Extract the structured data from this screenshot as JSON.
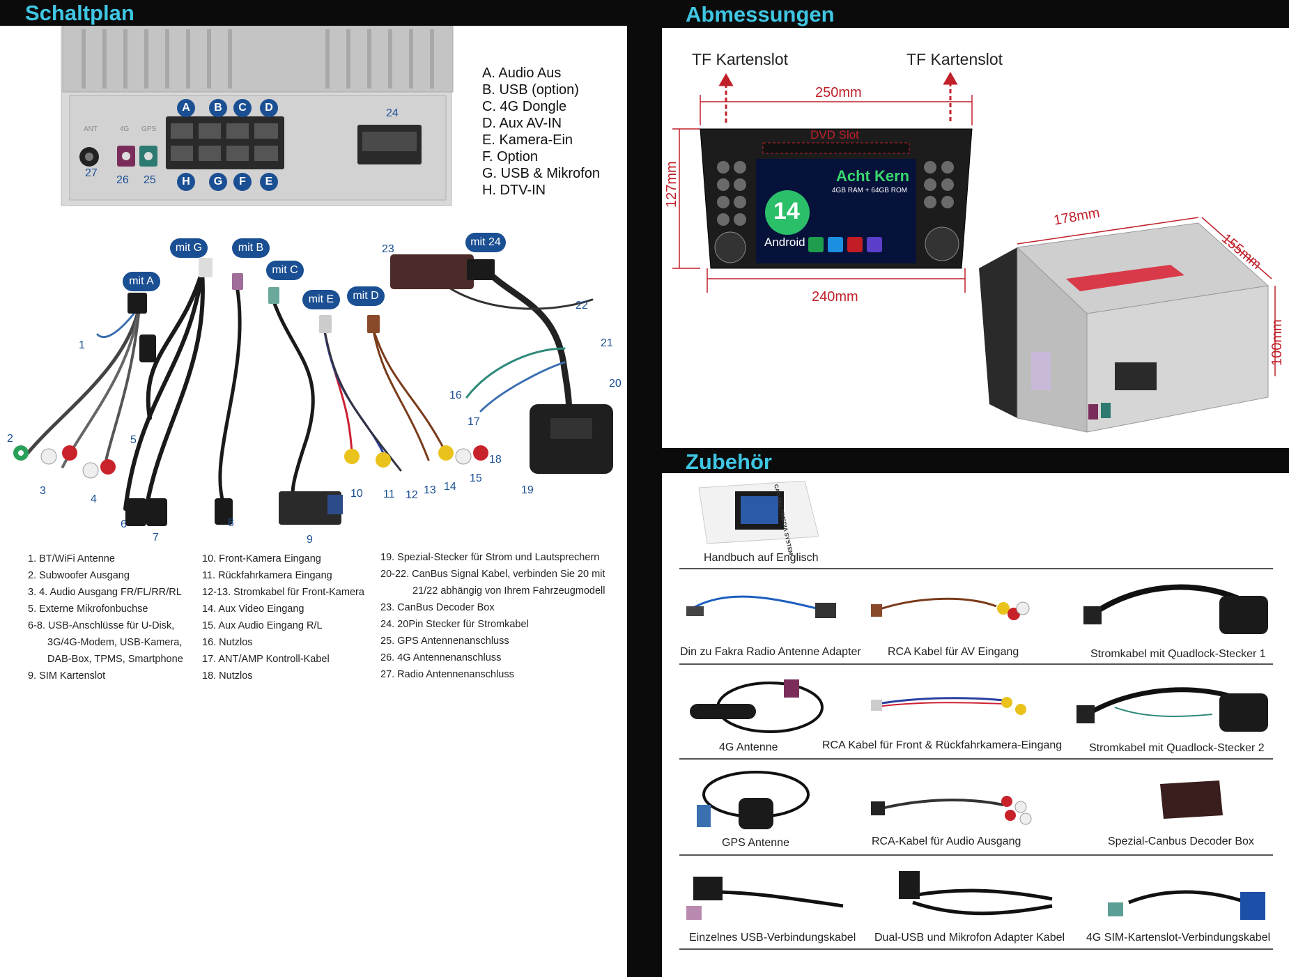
{
  "headers": {
    "schaltplan": "Schaltplan",
    "abmessungen": "Abmessungen",
    "zubehoer": "Zubehör"
  },
  "connector_letters": [
    "A",
    "B",
    "C",
    "D",
    "E",
    "F",
    "G",
    "H"
  ],
  "connector_numbers": {
    "n24": "24",
    "n25": "25",
    "n26": "26",
    "n27": "27"
  },
  "connector_labels": {
    "ant_small": "ANT",
    "g4_small": "4G",
    "gps_small": "GPS"
  },
  "letter_list": [
    "A. Audio Aus",
    "B. USB (option)",
    "C. 4G Dongle",
    "D. Aux AV-IN",
    "E. Kamera-Ein",
    "F. Option",
    "G. USB & Mikrofon",
    "H. DTV-IN"
  ],
  "pills": {
    "mit_a": "mit A",
    "mit_g": "mit G",
    "mit_b": "mit B",
    "mit_c": "mit C",
    "mit_e": "mit E",
    "mit_d": "mit D",
    "mit_24": "mit 24"
  },
  "cable_numbers": {
    "c1": "1",
    "c2": "2",
    "c3": "3",
    "c4": "4",
    "c5": "5",
    "c6": "6",
    "c7": "7",
    "c8": "8",
    "c9": "9",
    "c10": "10",
    "c11": "11",
    "c12": "12",
    "c13": "13",
    "c14": "14",
    "c15": "15",
    "c16": "16",
    "c17": "17",
    "c18": "18",
    "c19": "19",
    "c20": "20",
    "c21": "21",
    "c22": "22",
    "c23": "23"
  },
  "legend_col1": [
    "1. BT/WiFi Antenne",
    "2. Subwoofer Ausgang",
    "3. 4. Audio Ausgang FR/FL/RR/RL",
    "5. Externe Mikrofonbuchse",
    "6-8. USB-Anschlüsse für U-Disk,",
    "3G/4G-Modem, USB-Kamera,",
    "DAB-Box, TPMS, Smartphone",
    "9. SIM Kartenslot"
  ],
  "legend_col2": [
    "10. Front-Kamera Eingang",
    "11. Rückfahrkamera Eingang",
    "12-13. Stromkabel für Front-Kamera",
    "14. Aux Video Eingang",
    "15. Aux Audio Eingang R/L",
    "16. Nutzlos",
    "17. ANT/AMP Kontroll-Kabel",
    "18. Nutzlos"
  ],
  "legend_col3": [
    "19. Spezial-Stecker für Strom und Lautsprechern",
    "20-22. CanBus Signal Kabel, verbinden Sie 20 mit",
    "21/22 abhängig von Ihrem Fahrzeugmodell",
    "23. CanBus Decoder Box",
    "24. 20Pin Stecker für Stromkabel",
    "25. GPS Antennenanschluss",
    "26. 4G Antennenanschluss",
    "27. Radio Antennenanschluss"
  ],
  "dimensions": {
    "tf_left": "TF Kartenslot",
    "tf_right": "TF Kartenslot",
    "width_top": "250mm",
    "width_bottom": "240mm",
    "height": "127mm",
    "dvd_slot": "DVD Slot",
    "depth_178": "178mm",
    "depth_155": "155mm",
    "height_100": "100mm"
  },
  "screen": {
    "title": "Acht Kern",
    "subtitle": "4GB RAM + 64GB ROM",
    "version": "14",
    "os": "Android"
  },
  "accessories": [
    {
      "label": "Handbuch auf Englisch"
    },
    {
      "label": "Din zu Fakra Radio Antenne Adapter"
    },
    {
      "label": "RCA Kabel für AV Eingang"
    },
    {
      "label": "Stromkabel mit Quadlock-Stecker 1"
    },
    {
      "label": "4G Antenne"
    },
    {
      "label": "RCA Kabel für Front & Rückfahrkamera-Eingang"
    },
    {
      "label": "Stromkabel mit Quadlock-Stecker 2"
    },
    {
      "label": "GPS Antenne"
    },
    {
      "label": "RCA-Kabel für Audio Ausgang"
    },
    {
      "label": "Spezial-Canbus Decoder Box"
    },
    {
      "label": "Einzelnes USB-Verbindungskabel"
    },
    {
      "label": "Dual-USB und Mikrofon Adapter Kabel"
    },
    {
      "label": "4G SIM-Kartenslot-Verbindungskabel"
    }
  ],
  "manual_spine": "CAR MULTIMEDIA SYSTEM",
  "colors": {
    "header_text": "#3fc6e3",
    "badge": "#1b4f93",
    "dimension": "#c0202a",
    "header_bg": "#0b0b0b"
  }
}
